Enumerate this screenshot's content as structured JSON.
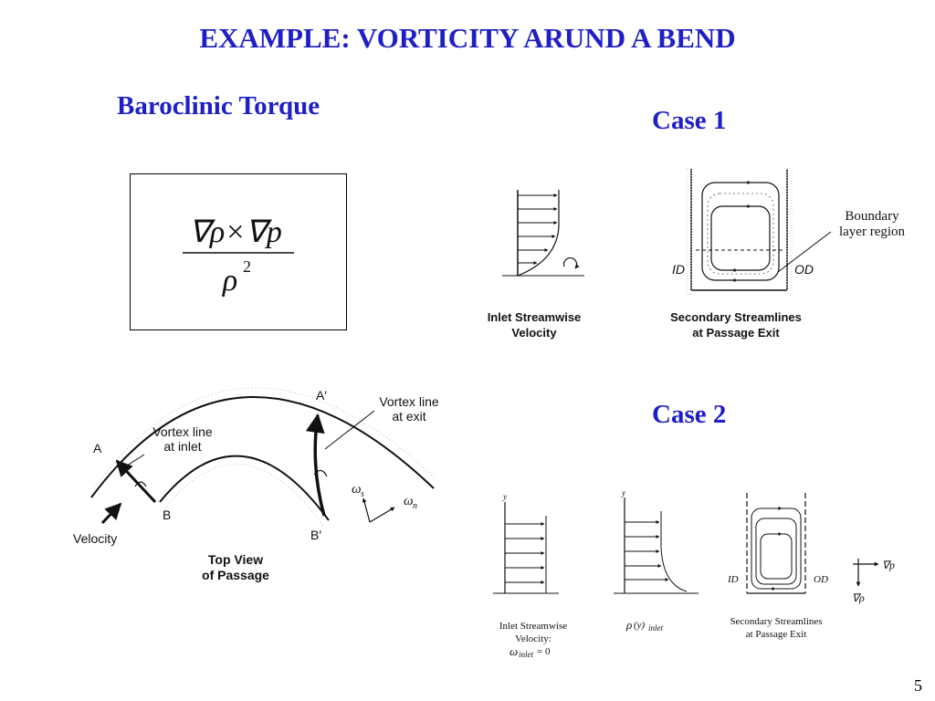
{
  "slide": {
    "title": "EXAMPLE: VORTICITY ARUND A BEND",
    "subtitle": "Baroclinic Torque",
    "case1": "Case 1",
    "case2": "Case 2",
    "page_number": "5"
  },
  "equation": {
    "numerator": "∇ρ×∇p",
    "denominator_base": "ρ",
    "denominator_exp": "2"
  },
  "top_view": {
    "label_a": "A",
    "label_a_prime": "A′",
    "label_b": "B",
    "label_b_prime": "B′",
    "vortex_inlet_l1": "Vortex line",
    "vortex_inlet_l2": "at inlet",
    "vortex_exit_l1": "Vortex line",
    "vortex_exit_l2": "at exit",
    "velocity": "Velocity",
    "omega_s": "ω",
    "omega_s_sub": "s",
    "omega_n": "ω",
    "omega_n_sub": "n",
    "caption_l1": "Top View",
    "caption_l2": "of Passage"
  },
  "case1_fig": {
    "inlet_l1": "Inlet Streamwise",
    "inlet_l2": "Velocity",
    "secondary_l1": "Secondary Streamlines",
    "secondary_l2": "at Passage Exit",
    "boundary_l1": "Boundary",
    "boundary_l2": "layer region",
    "id": "ID",
    "od": "OD"
  },
  "case2_fig": {
    "y1": "y",
    "y2": "y",
    "inlet_l1": "Inlet Streamwise",
    "inlet_l2": "Velocity:",
    "omega_sym": "ω",
    "omega_sub": "inlet",
    "omega_eq": " = 0",
    "rho_sym": "ρ",
    "rho_y": "(y)",
    "rho_sub": "inlet",
    "secondary_l1": "Secondary Streamlines",
    "secondary_l2": "at Passage Exit",
    "id": "ID",
    "od": "OD",
    "grad_p": "∇p",
    "grad_rho": "∇ρ"
  }
}
